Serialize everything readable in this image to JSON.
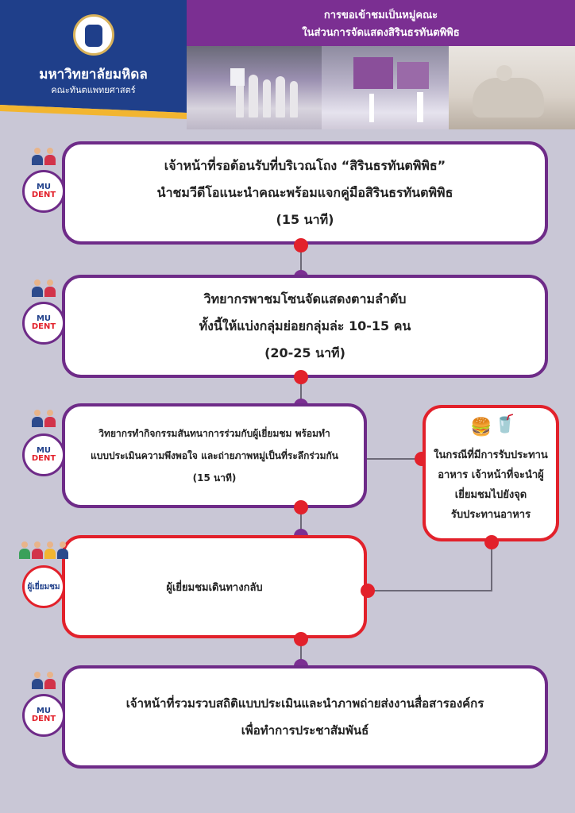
{
  "header": {
    "university": "มหาวิทยาลัยมหิดล",
    "faculty": "คณะทันตแพทยศาสตร์",
    "title_line1": "การขอเข้าชมเป็นหมู่คณะ",
    "title_line2": "ในส่วนการจัดแสดงสิรินธรทันตพิพิธ"
  },
  "steps": [
    {
      "lines": [
        "เจ้าหน้าที่รอต้อนรับที่บริเวณโถง “สิรินธรทันตพิพิธ”",
        "นำชมวีดีโอแนะนำคณะพร้อมแจกคู่มือสิรินธรทันตพิพิธ",
        "(15 นาที)"
      ]
    },
    {
      "lines": [
        "วิทยากรพาชมโซนจัดแสดงตามลำดับ",
        "ทั้งนี้ให้แบ่งกลุ่มย่อยกลุ่มล่ะ 10-15 คน",
        "(20-25 นาที)"
      ]
    },
    {
      "lines": [
        "วิทยากรทำกิจกรรมสันทนาการร่วมกับผู้เยี่ยมชม พร้อมทำ",
        "แบบประเมินความพึงพอใจ และถ่ายภาพหมู่เป็นที่ระลึกร่วมกัน",
        "(15 นาที)"
      ]
    },
    {
      "lines": [
        "ผู้เยี่ยมชมเดินทางกลับ"
      ]
    },
    {
      "lines": [
        "เจ้าหน้าที่รวมรวบสถิติแบบประเมินและนำภาพถ่ายส่งงานสื่อสารองค์กร",
        "เพื่อทำการประชาสัมพันธ์"
      ]
    }
  ],
  "side_note": {
    "lines": [
      "ในกรณีที่มีการรับประทาน",
      "อาหาร เจ้าหน้าที่จะนำผู้",
      "เยี่ยมชมไปยังจุด",
      "รับประทานอาหาร"
    ]
  },
  "badge": {
    "mu": "MU",
    "dent": "DENT",
    "visitor": "ผู้เยี่ยมชม"
  },
  "colors": {
    "purple": "#6e2b88",
    "red": "#e2212b",
    "navy": "#1f3f8a",
    "background": "#c9c7d6"
  }
}
